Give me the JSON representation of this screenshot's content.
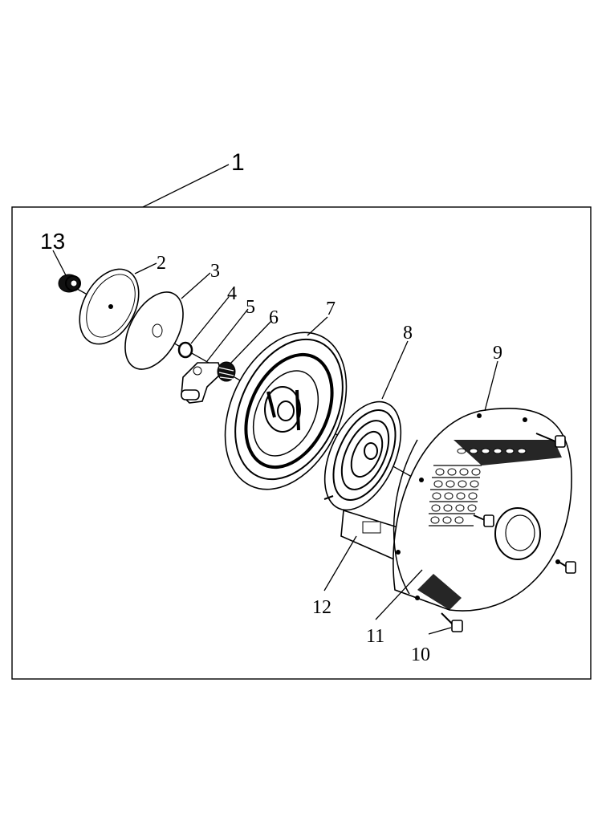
{
  "diagram": {
    "assembly_label": "1",
    "parts": [
      {
        "id": "2",
        "label": "2"
      },
      {
        "id": "3",
        "label": "3"
      },
      {
        "id": "4",
        "label": "4"
      },
      {
        "id": "5",
        "label": "5"
      },
      {
        "id": "6",
        "label": "6"
      },
      {
        "id": "7",
        "label": "7"
      },
      {
        "id": "8",
        "label": "8"
      },
      {
        "id": "9",
        "label": "9"
      },
      {
        "id": "10",
        "label": "10"
      },
      {
        "id": "11",
        "label": "11"
      },
      {
        "id": "12",
        "label": "12"
      },
      {
        "id": "13",
        "label": "13"
      }
    ]
  }
}
